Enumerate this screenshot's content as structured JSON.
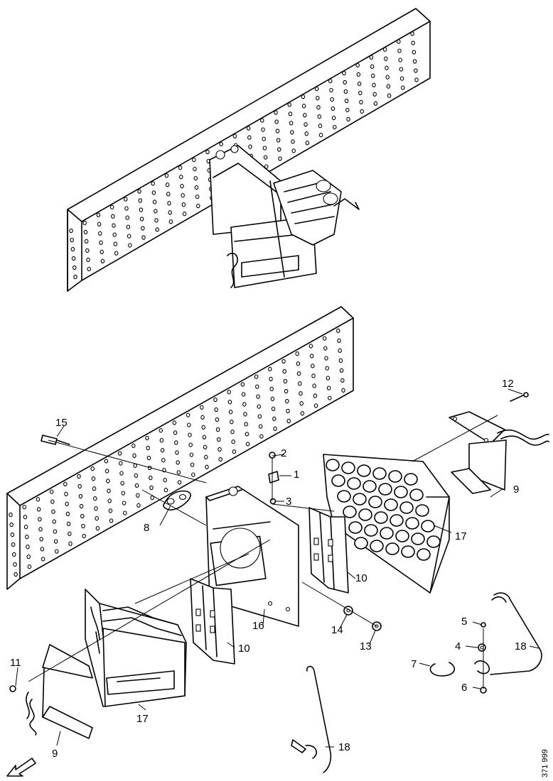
{
  "callouts": {
    "c1": "1",
    "c2": "2",
    "c3": "3",
    "c4": "4",
    "c5": "5",
    "c6": "6",
    "c7": "7",
    "c8": "8",
    "c9a": "9",
    "c9b": "9",
    "c10a": "10",
    "c10b": "10",
    "c11": "11",
    "c12": "12",
    "c13": "13",
    "c14": "14",
    "c15": "15",
    "c16": "16",
    "c17a": "17",
    "c17b": "17",
    "c18a": "18",
    "c18b": "18"
  },
  "figure_ref": "371 999"
}
